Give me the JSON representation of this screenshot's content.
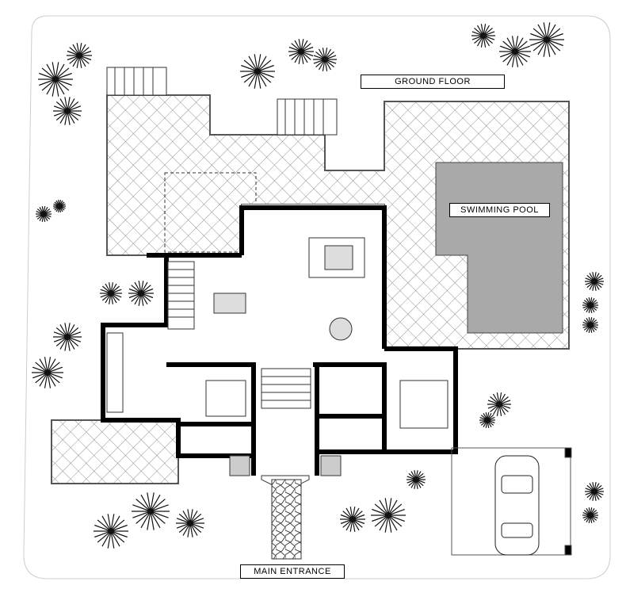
{
  "title": "GROUND FLOOR",
  "labels": {
    "pool": "SWIMMING POOL",
    "entrance": "MAIN ENTRANCE"
  },
  "colors": {
    "pool": "#a9a9a9",
    "wall": "#000000",
    "hatch": "#888888"
  }
}
